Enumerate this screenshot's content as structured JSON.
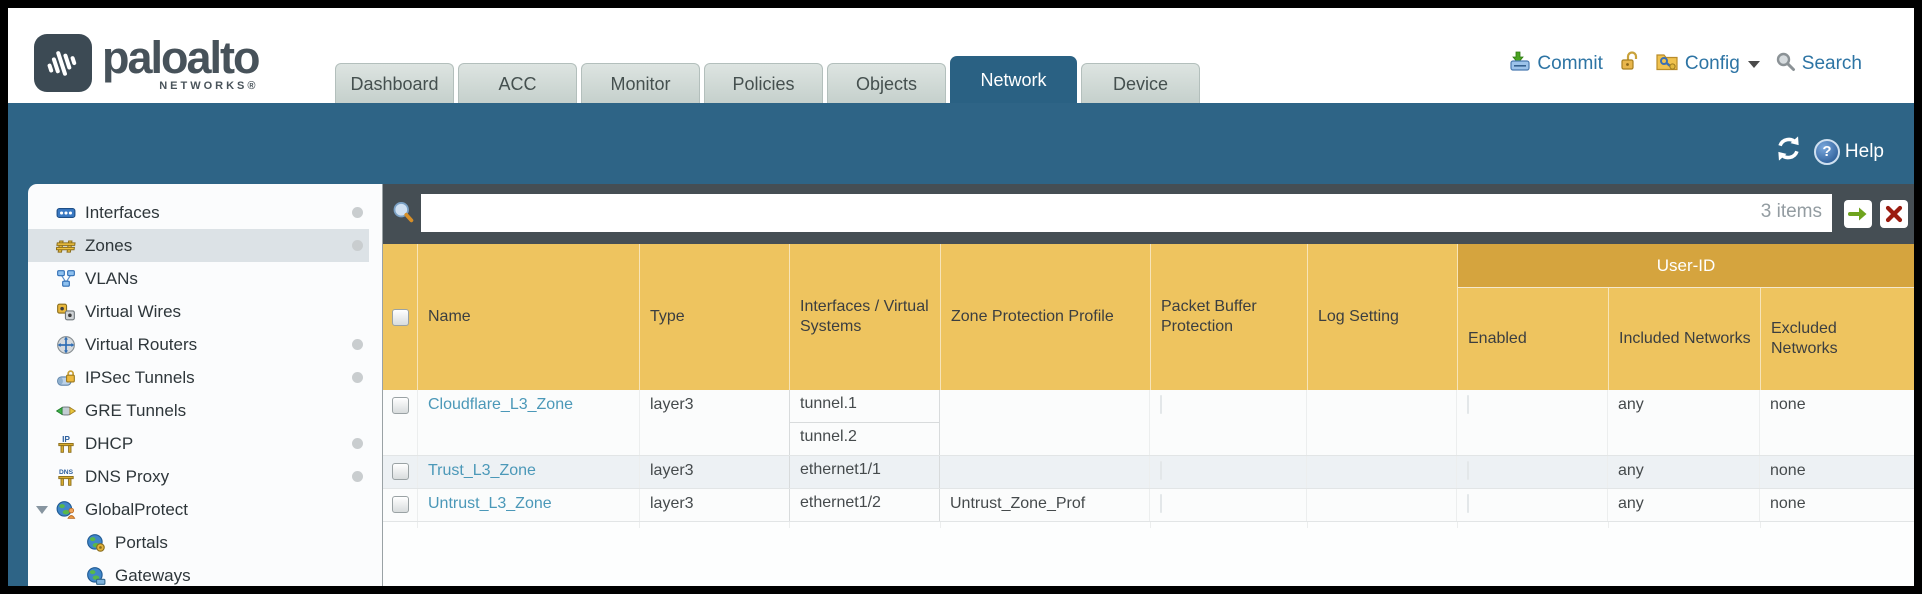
{
  "colors": {
    "band_teal": "#2e6486",
    "filter_bar_gray": "#454e54",
    "header_gold": "#eec45f",
    "user_id_gold": "#d5a43e",
    "active_tab_blue": "#2a6183",
    "link_blue": "#4b98b8",
    "topnav_link_blue": "#2d74a4"
  },
  "brand": {
    "wordmark": "paloalto",
    "networks": "NETWORKS®"
  },
  "nav": {
    "tabs": [
      {
        "label": "Dashboard"
      },
      {
        "label": "ACC"
      },
      {
        "label": "Monitor"
      },
      {
        "label": "Policies"
      },
      {
        "label": "Objects"
      },
      {
        "label": "Network"
      },
      {
        "label": "Device"
      }
    ]
  },
  "topbar": {
    "commit_label": "Commit",
    "config_label": "Config",
    "search_label": "Search"
  },
  "band": {
    "help_label": "Help"
  },
  "sidebar": {
    "items": [
      {
        "label": "Interfaces"
      },
      {
        "label": "Zones"
      },
      {
        "label": "VLANs"
      },
      {
        "label": "Virtual Wires"
      },
      {
        "label": "Virtual Routers"
      },
      {
        "label": "IPSec Tunnels"
      },
      {
        "label": "GRE Tunnels"
      },
      {
        "label": "DHCP"
      },
      {
        "label": "DNS Proxy"
      },
      {
        "label": "GlobalProtect"
      },
      {
        "label": "Portals"
      },
      {
        "label": "Gateways"
      }
    ]
  },
  "filter": {
    "query": "",
    "items_count": "3 items"
  },
  "table": {
    "group_header": "User-ID",
    "columns": {
      "name": "Name",
      "type": "Type",
      "interfaces": "Interfaces / Virtual Systems",
      "zone_protection": "Zone Protection Profile",
      "packet_buffer": "Packet Buffer Protection",
      "log_setting": "Log Setting",
      "enabled": "Enabled",
      "included": "Included Networks",
      "excluded": "Excluded Networks"
    },
    "rows": [
      {
        "name": "Cloudflare_L3_Zone",
        "type": "layer3",
        "interfaces": [
          "tunnel.1",
          "tunnel.2"
        ],
        "zone_protection": "",
        "log_setting": "",
        "included": "any",
        "excluded": "none"
      },
      {
        "name": "Trust_L3_Zone",
        "type": "layer3",
        "interfaces": [
          "ethernet1/1"
        ],
        "zone_protection": "",
        "log_setting": "",
        "included": "any",
        "excluded": "none"
      },
      {
        "name": "Untrust_L3_Zone",
        "type": "layer3",
        "interfaces": [
          "ethernet1/2"
        ],
        "zone_protection": "Untrust_Zone_Prof",
        "log_setting": "",
        "included": "any",
        "excluded": "none"
      }
    ]
  }
}
